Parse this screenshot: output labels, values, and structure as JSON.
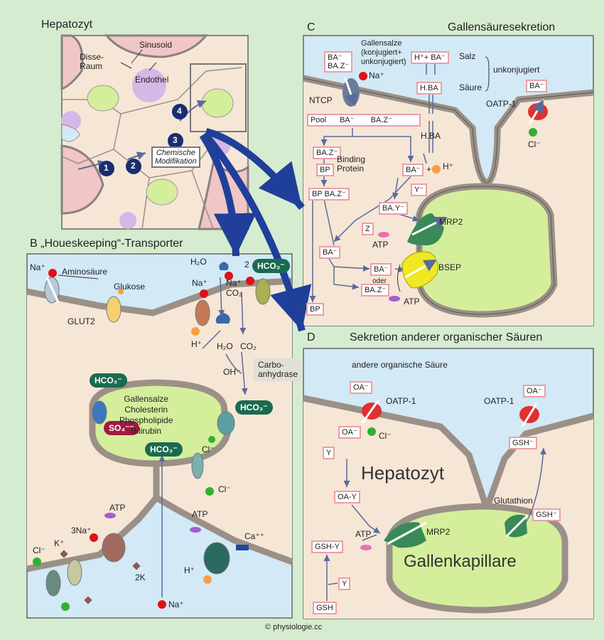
{
  "titles": {
    "hepatozyt": "Hepatozyt",
    "a_sinusoid": "Sinusoid",
    "a_disse": "Disse-\nRaum",
    "a_endothel": "Endothel",
    "a_chem": "Chemische\nModifikation",
    "c_title": "Gallensäuresekretion",
    "b_title": "B  „Houeskeeping“-Transporter",
    "d_title": "Sekretion anderer organischer Säuren",
    "c_letter": "C",
    "d_letter": "D"
  },
  "steps": [
    "1",
    "2",
    "3",
    "4"
  ],
  "panel_c": {
    "ba_box1": "BA⁻\nBA.Z⁻",
    "gallensalze": "Gallensalze\n(konjugiert+\nunkonjugiert)",
    "na": "Na⁺",
    "ntcp": "NTCP",
    "pool": "Pool",
    "pool_ba": "BA⁻",
    "pool_baz": "BA.Z⁻",
    "h_ba_salz": "H⁺+ BA⁻",
    "salz": "Salz",
    "hba_box": "H.BA",
    "saeure": "Säure",
    "unkonjugiert": "unkonjugiert",
    "hba_free": "H.BA",
    "ba_right": "BA⁻",
    "plus_h": "+",
    "h": "H⁺",
    "baz": "BA.Z⁻",
    "bp": "BP",
    "binding": "Binding\nProtein",
    "bp_baz": "BP BA.Z⁻",
    "y": "Y⁻",
    "bay": "BA.Y⁻",
    "z": "Z",
    "mrp2": "MRP2",
    "atp1": "ATP",
    "ba_low": "BA⁻",
    "ba_right2": "BA⁻",
    "oder": "oder",
    "baz_right2": "BA.Z⁻",
    "bsep": "BSEP",
    "atp2": "ATP",
    "bp_bottom": "BP",
    "oatp": "OATP-1",
    "oatp_ba": "BA⁻",
    "cl": "Cl⁻"
  },
  "panel_b": {
    "na": "Na⁺",
    "aminosaeure": "Aminosäure",
    "glukose": "Glukose",
    "glut2": "GLUT2",
    "h2o": "H₂O",
    "na2": "Na⁺",
    "two": "2",
    "hco3_top": "HCO₃⁻",
    "na3": "Na⁺",
    "co2": "CO₂",
    "h": "H⁺",
    "h2o_2": "H₂O",
    "co2_2": "CO₂",
    "oh": "OH⁻",
    "carbo": "Carbo-\nanhydrase",
    "hco3_left": "HCO₃⁻",
    "hco3_right": "HCO₃⁻",
    "so4": "SO₄⁻⁻",
    "hco3_center": "HCO₃⁻",
    "contents": "Gallensalze\nCholesterin\nPhospholipide\nBilirubin",
    "cl1": "Cl⁻",
    "cl2": "Cl⁻",
    "atp1": "ATP",
    "three_na": "3Na⁺",
    "k": "K⁺",
    "cl3": "Cl⁻",
    "twok": "2K",
    "atp2": "ATP",
    "ca": "Ca⁺⁺",
    "h2": "H⁺",
    "na_bottom": "Na⁺"
  },
  "panel_d": {
    "andere": "andere organische Säure",
    "oa1": "OA⁻",
    "oatp1": "OATP-1",
    "oa2": "OA⁻",
    "cl": "Cl⁻",
    "y": "Y",
    "hepatozyt": "Hepatozyt",
    "oay": "OA-Y",
    "gshy": "GSH-Y",
    "atp": "ATP",
    "mrp2": "MRP2",
    "gallenkapillare": "Gallenkapillare",
    "y2": "Y",
    "gsh": "GSH",
    "oatp2": "OATP-1",
    "oa3": "OA⁻",
    "gsh1": "GSH⁻",
    "glutathion": "Glutathion",
    "gsh2": "GSH⁻"
  },
  "copyright": "© physiologie.cc",
  "colors": {
    "bg": "#d6ecd0",
    "cell": "#f6e6d6",
    "lumen": "#d3e9f5",
    "canal": "#d5ee9c",
    "wall": "#9a9088",
    "navy": "#1a2d70",
    "pink": "#e8a0a8"
  }
}
